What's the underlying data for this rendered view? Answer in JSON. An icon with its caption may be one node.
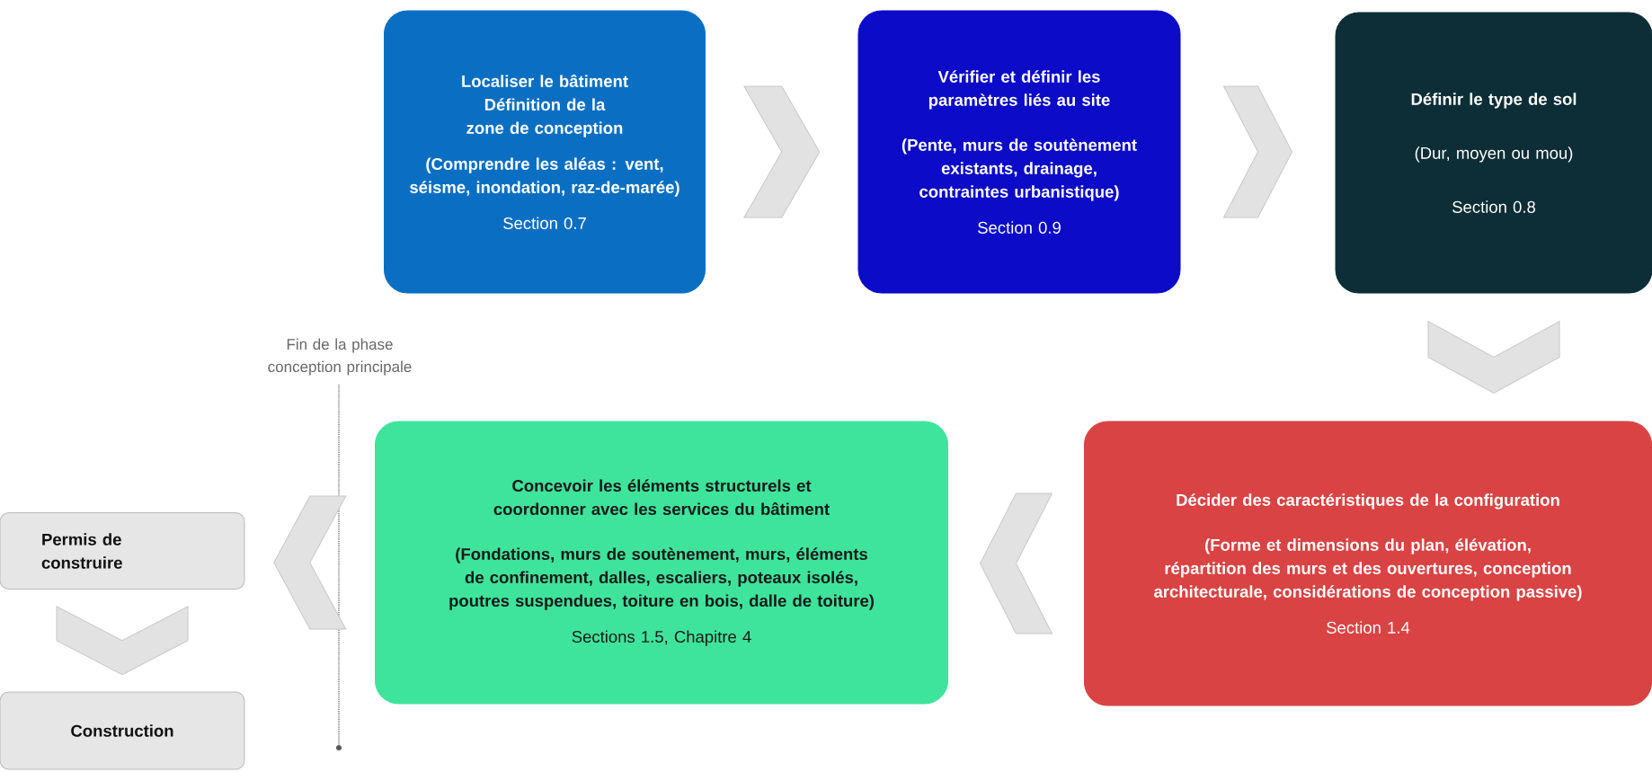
{
  "diagram": {
    "nodes": [
      {
        "text": [
          "Localiser le bâtiment",
          "Définition de la zone de conception",
          "(Comprendre les aléas : vent, séisme, inondation, raz-de-marée)",
          "Section 0.7"
        ]
      },
      {
        "text": [
          "Vérifier et définir les paramètres liés au site",
          "(Pente, murs de soutènement existants, drainage, contraintes urbanistique)",
          "Section 0.9"
        ]
      },
      {
        "text": [
          "Définir le type de sol",
          "(Dur, moyen ou mou)",
          "Section 0.8"
        ]
      },
      {
        "text": [
          "Décider des caractéristiques de la configuration",
          "(Forme et dimensions du plan, élévation, répartition des murs et des ouvertures, conception architecturale, considérations de conception passive)",
          "Section 1.4"
        ]
      },
      {
        "text": [
          "Concevoir les éléments structurels et coordonner avec les services du bâtiment",
          "(Fondations, murs de soutènement, murs, éléments de confinement, dalles, escaliers, poteaux isolés, poutres suspendues, toiture en bois, dalle de toiture)",
          "Sections 1.5, Chapitre 4"
        ]
      },
      {
        "text": [
          "Permis de construire"
        ]
      },
      {
        "text": [
          "Construction"
        ]
      }
    ],
    "edges": [
      {
        "from": 0,
        "to": 1,
        "arrow": "to"
      },
      {
        "from": 1,
        "to": 2,
        "arrow": "to"
      },
      {
        "from": 2,
        "to": 3,
        "arrow": "to"
      },
      {
        "from": 3,
        "to": 4,
        "arrow": "to"
      },
      {
        "from": 4,
        "to": 5,
        "arrow": "to"
      },
      {
        "from": 5,
        "to": 6,
        "arrow": "to"
      }
    ],
    "labels": [
      "Fin de la phase conception principale"
    ]
  }
}
